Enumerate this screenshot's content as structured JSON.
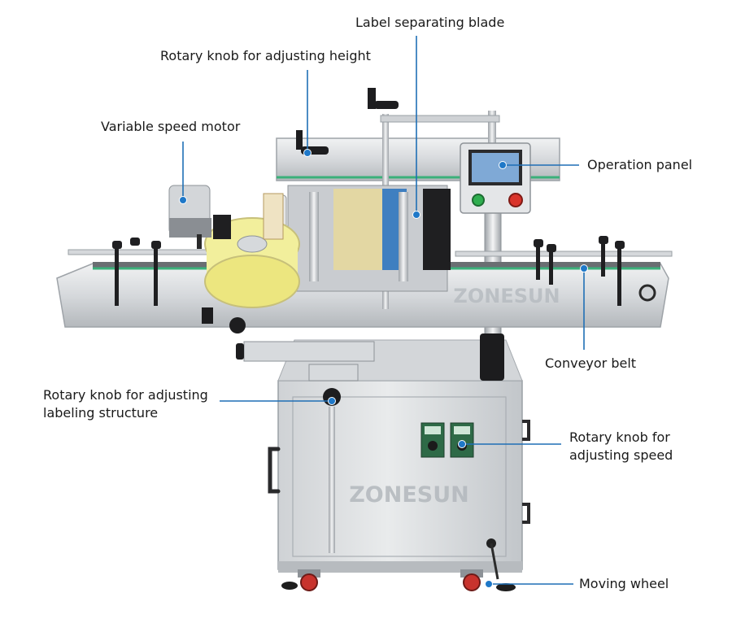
{
  "callouts": {
    "label_separating_blade": "Label separating blade",
    "rotary_knob_height": "Rotary knob for adjusting height",
    "variable_speed_motor": "Variable speed motor",
    "operation_panel": "Operation panel",
    "conveyor_belt": "Conveyor belt",
    "rotary_knob_labeling_line1": "Rotary knob for adjusting",
    "rotary_knob_labeling_line2": "labeling structure",
    "rotary_knob_speed_line1": "Rotary knob for",
    "rotary_knob_speed_line2": "adjusting speed",
    "moving_wheel": "Moving wheel"
  },
  "watermarks": {
    "conveyor": "ZONESUN",
    "cabinet": "ZONESUN"
  },
  "colors": {
    "leader_line": "#1f6fb5",
    "leader_dot": "#1f78c8",
    "steel_light": "#e4e6e8",
    "steel_mid": "#c5c9cd",
    "steel_dark": "#8e9398",
    "black_part": "#1d1d1f",
    "green_button": "#2fae4f",
    "red_button": "#d9342b",
    "screen_blue": "#7fa9d6",
    "label_roll": "#f2ef9c"
  }
}
